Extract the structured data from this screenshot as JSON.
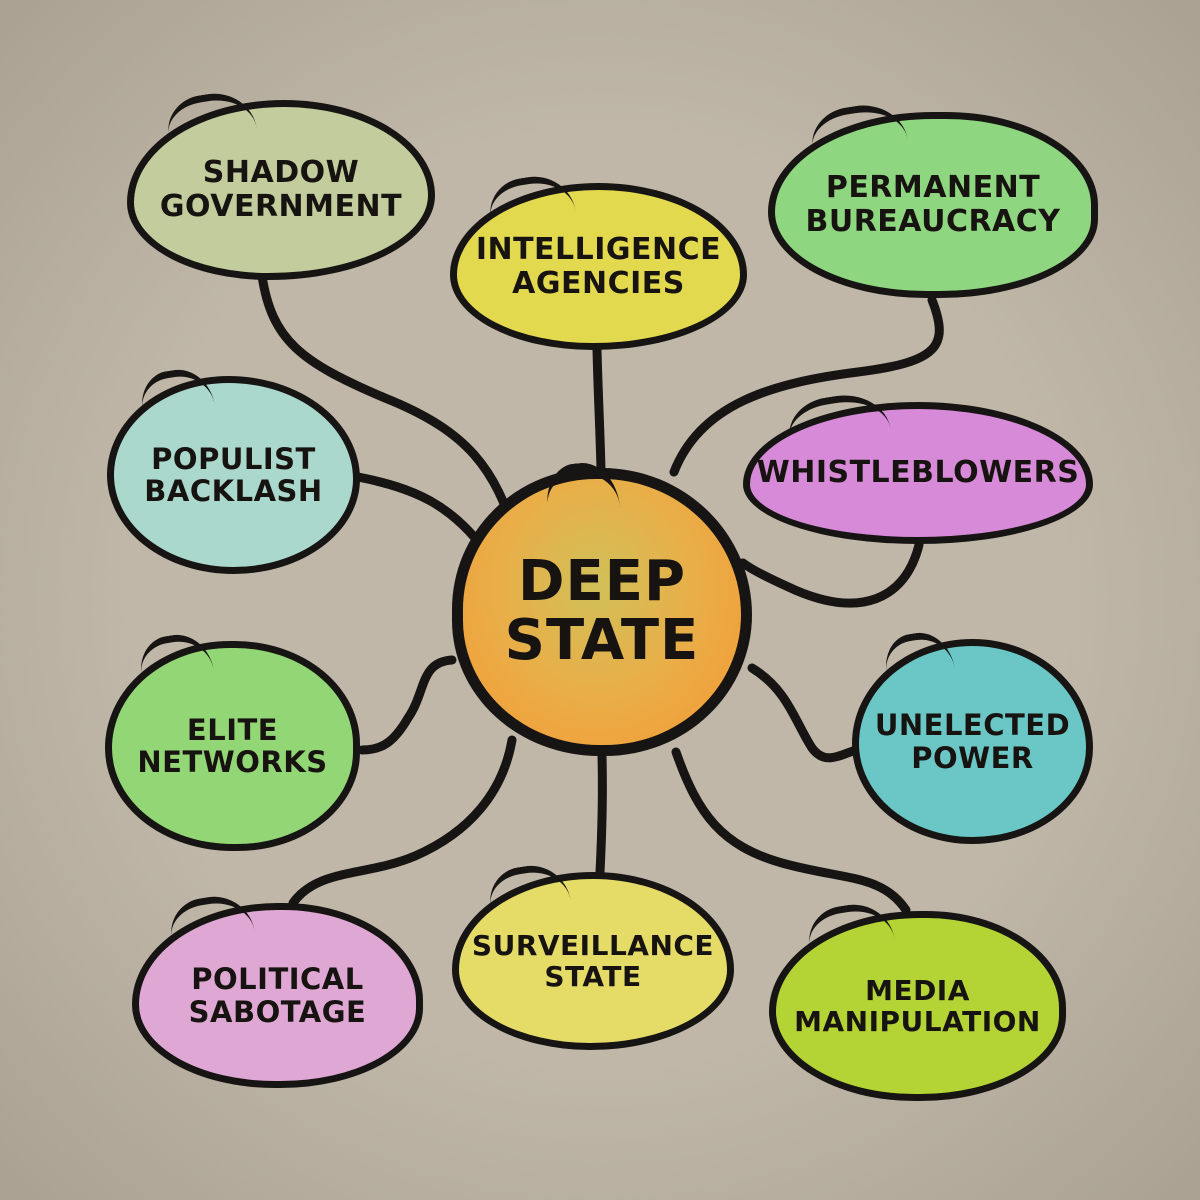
{
  "canvas": {
    "background_color": "#c1b8a9",
    "outline_color": "#171513",
    "text_color": "#171310"
  },
  "center": {
    "label": "DEEP STATE",
    "lines": [
      "DEEP",
      "STATE"
    ],
    "fill": "radial-gradient(ellipse at 48% 40%, #d1c058 0%, #e9ae48 48%, #f0a23c 78%, #ec9b37 100%)"
  },
  "nodes": [
    {
      "name": "shadow-government",
      "label": "SHADOW GOVERNMENT",
      "lines": [
        "SHADOW",
        "GOVERNMENT"
      ],
      "fill": "#c2cc9c"
    },
    {
      "name": "intelligence-agencies",
      "label": "INTELLIGENCE AGENCIES",
      "lines": [
        "INTELLIGENCE",
        "AGENCIES"
      ],
      "fill": "#e2d94f"
    },
    {
      "name": "permanent-bureaucracy",
      "label": "PERMANENT BUREAUCRACY",
      "lines": [
        "PERMANENT",
        "BUREAUCRACY"
      ],
      "fill": "#8fd680"
    },
    {
      "name": "populist-backlash",
      "label": "POPULIST BACKLASH",
      "lines": [
        "POPULIST",
        "BACKLASH"
      ],
      "fill": "#aad8cd"
    },
    {
      "name": "whistleblowers",
      "label": "WHISTLEBLOWERS",
      "lines": [
        "WHISTLEBLOWERS"
      ],
      "fill": "#d78ad7"
    },
    {
      "name": "elite-networks",
      "label": "ELITE NETWORKS",
      "lines": [
        "ELITE",
        "NETWORKS"
      ],
      "fill": "#93d675"
    },
    {
      "name": "unelected-power",
      "label": "UNELECTED POWER",
      "lines": [
        "UNELECTED",
        "POWER"
      ],
      "fill": "#6bc7c5"
    },
    {
      "name": "political-sabotage",
      "label": "POLITICAL SABOTAGE",
      "lines": [
        "POLITICAL",
        "SABOTAGE"
      ],
      "fill": "#dfa8d4"
    },
    {
      "name": "surveillance-state",
      "label": "SURVEILLANCE STATE",
      "lines": [
        "SURVEILLANCE",
        "STATE"
      ],
      "fill": "#e5dc68"
    },
    {
      "name": "media-manipulation",
      "label": "MEDIA MANIPULATION",
      "lines": [
        "MEDIA",
        "MANIPULATION"
      ],
      "fill": "#b4d335"
    }
  ]
}
